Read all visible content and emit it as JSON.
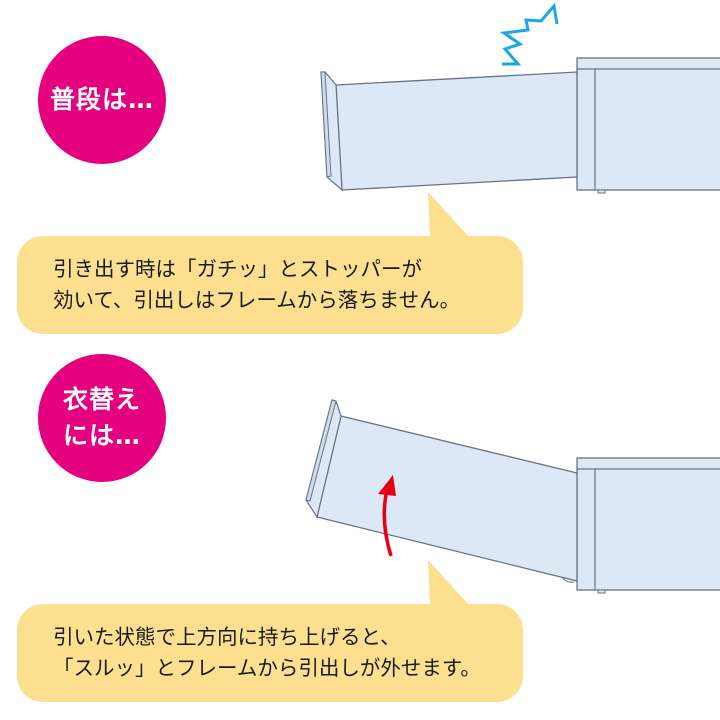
{
  "section1": {
    "badge_text": "普段は…",
    "caption_lines": [
      "引き出す時は「ガチッ」とストッパーが",
      "効いて、引出しはフレームから落ちません。"
    ],
    "illustration": "drawer-pulled-out-stopper-engaged",
    "impact_icon": "zigzag-impact-icon"
  },
  "section2": {
    "badge_lines": [
      "衣替え",
      "には…"
    ],
    "caption_lines": [
      "引いた状態で上方向に持ち上げると、",
      "「スルッ」とフレームから引出しが外せます。"
    ],
    "illustration": "drawer-lifted-out-of-frame",
    "motion_icon": "curved-up-arrow-icon"
  },
  "colors": {
    "badge": "#e4007f",
    "bubble": "#fde08f",
    "drawer_fill": "#dce8f5",
    "outline": "#6b7280",
    "impact": "#1aa7e6",
    "arrow": "#e60012"
  }
}
